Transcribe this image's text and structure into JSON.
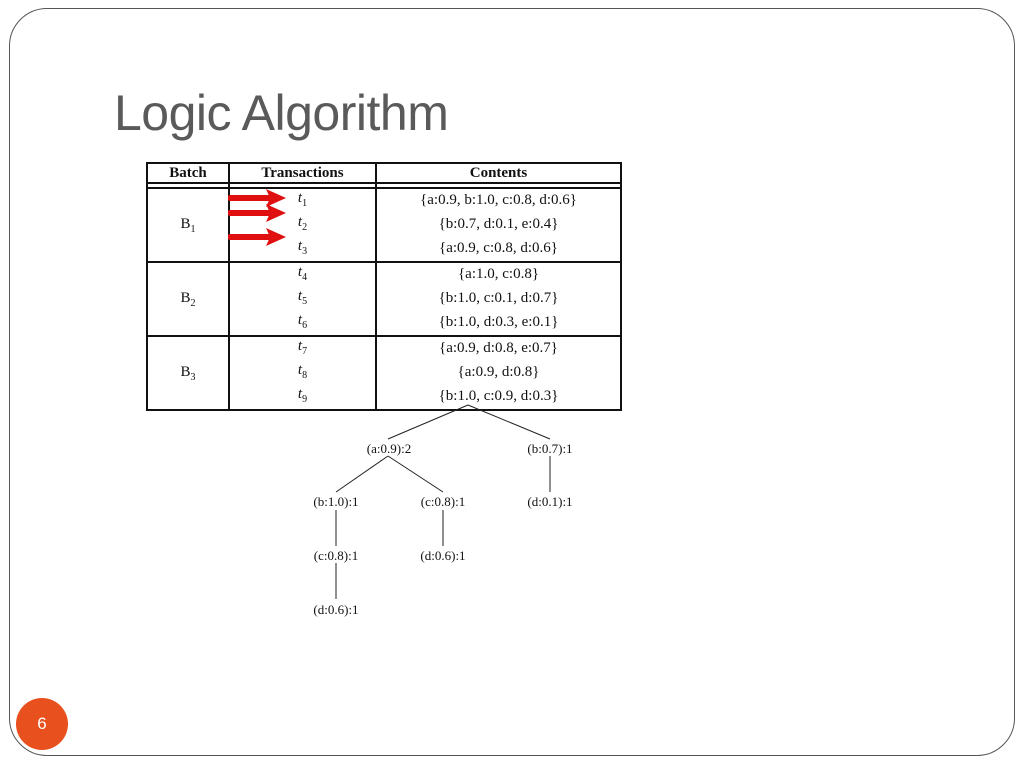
{
  "slide": {
    "title": "Logic Algorithm",
    "page_number": "6",
    "accent_color": "#e8501d"
  },
  "table": {
    "headers": [
      "Batch",
      "Transactions",
      "Contents"
    ],
    "batches": [
      {
        "label": "B",
        "sub": "1",
        "rows": [
          {
            "t": "t",
            "sub": "1",
            "contents": "{a:0.9, b:1.0, c:0.8, d:0.6}",
            "highlighted": true
          },
          {
            "t": "t",
            "sub": "2",
            "contents": "{b:0.7, d:0.1, e:0.4}",
            "highlighted": true
          },
          {
            "t": "t",
            "sub": "3",
            "contents": "{a:0.9, c:0.8, d:0.6}",
            "highlighted": true
          }
        ]
      },
      {
        "label": "B",
        "sub": "2",
        "rows": [
          {
            "t": "t",
            "sub": "4",
            "contents": "{a:1.0, c:0.8}",
            "highlighted": false
          },
          {
            "t": "t",
            "sub": "5",
            "contents": "{b:1.0, c:0.1, d:0.7}",
            "highlighted": false
          },
          {
            "t": "t",
            "sub": "6",
            "contents": "{b:1.0, d:0.3, e:0.1}",
            "highlighted": false
          }
        ]
      },
      {
        "label": "B",
        "sub": "3",
        "rows": [
          {
            "t": "t",
            "sub": "7",
            "contents": "{a:0.9, d:0.8, e:0.7}",
            "highlighted": false
          },
          {
            "t": "t",
            "sub": "8",
            "contents": "{a:0.9, d:0.8}",
            "highlighted": false
          },
          {
            "t": "t",
            "sub": "9",
            "contents": "{b:1.0, c:0.9, d:0.3}",
            "highlighted": false
          }
        ]
      }
    ],
    "arrow_color": "#e01010"
  },
  "tree": {
    "nodes": {
      "a": "(a:0.9):2",
      "b_root": "(b:0.7):1",
      "ab": "(b:1.0):1",
      "ac": "(c:0.8):1",
      "bd": "(d:0.1):1",
      "abc": "(c:0.8):1",
      "acd": "(d:0.6):1",
      "abcd": "(d:0.6):1"
    }
  }
}
